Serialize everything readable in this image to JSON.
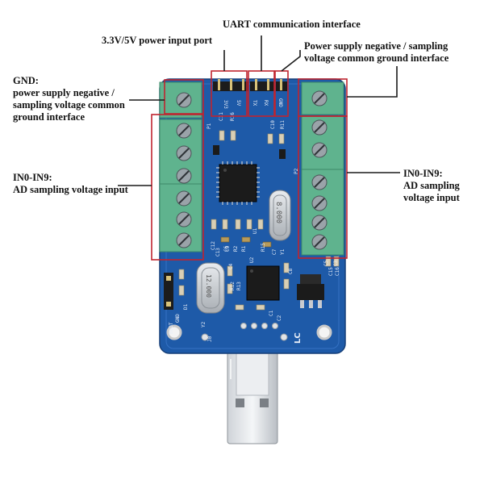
{
  "labels": {
    "uart": "UART communication interface",
    "power_input": "3.3V/5V power input port",
    "gnd_right": [
      "Power supply negative / sampling",
      "voltage common ground interface"
    ],
    "gnd_left": [
      "GND:",
      "power supply negative /",
      "sampling voltage common",
      "ground interface"
    ],
    "in_left": [
      "IN0-IN9:",
      "AD sampling voltage input"
    ],
    "in_right": [
      "IN0-IN9:",
      "AD sampling",
      "voltage input"
    ]
  },
  "silkscreen": {
    "header_pins": [
      "3V3",
      "5V",
      "TX",
      "RX",
      "GND"
    ],
    "boot": [
      "BOOT",
      "GND"
    ],
    "brand": "LC",
    "crystal_main": "8.000",
    "crystal_small": "12.000",
    "refs": [
      "C11",
      "R16",
      "C10",
      "R11",
      "C12",
      "C9",
      "R2",
      "R1",
      "U1",
      "Y1",
      "C7",
      "C8",
      "C13",
      "C15",
      "C16",
      "R12",
      "R13",
      "R15",
      "U2",
      "C3",
      "C4",
      "C5",
      "C6",
      "D1",
      "Y2",
      "J0",
      "C1",
      "C2",
      "P1",
      "P2"
    ]
  },
  "colors": {
    "pcb": "#1e5aa8",
    "terminal": "#5fb38e",
    "callout": "#c0242f",
    "chip": "#1b1b1b"
  }
}
